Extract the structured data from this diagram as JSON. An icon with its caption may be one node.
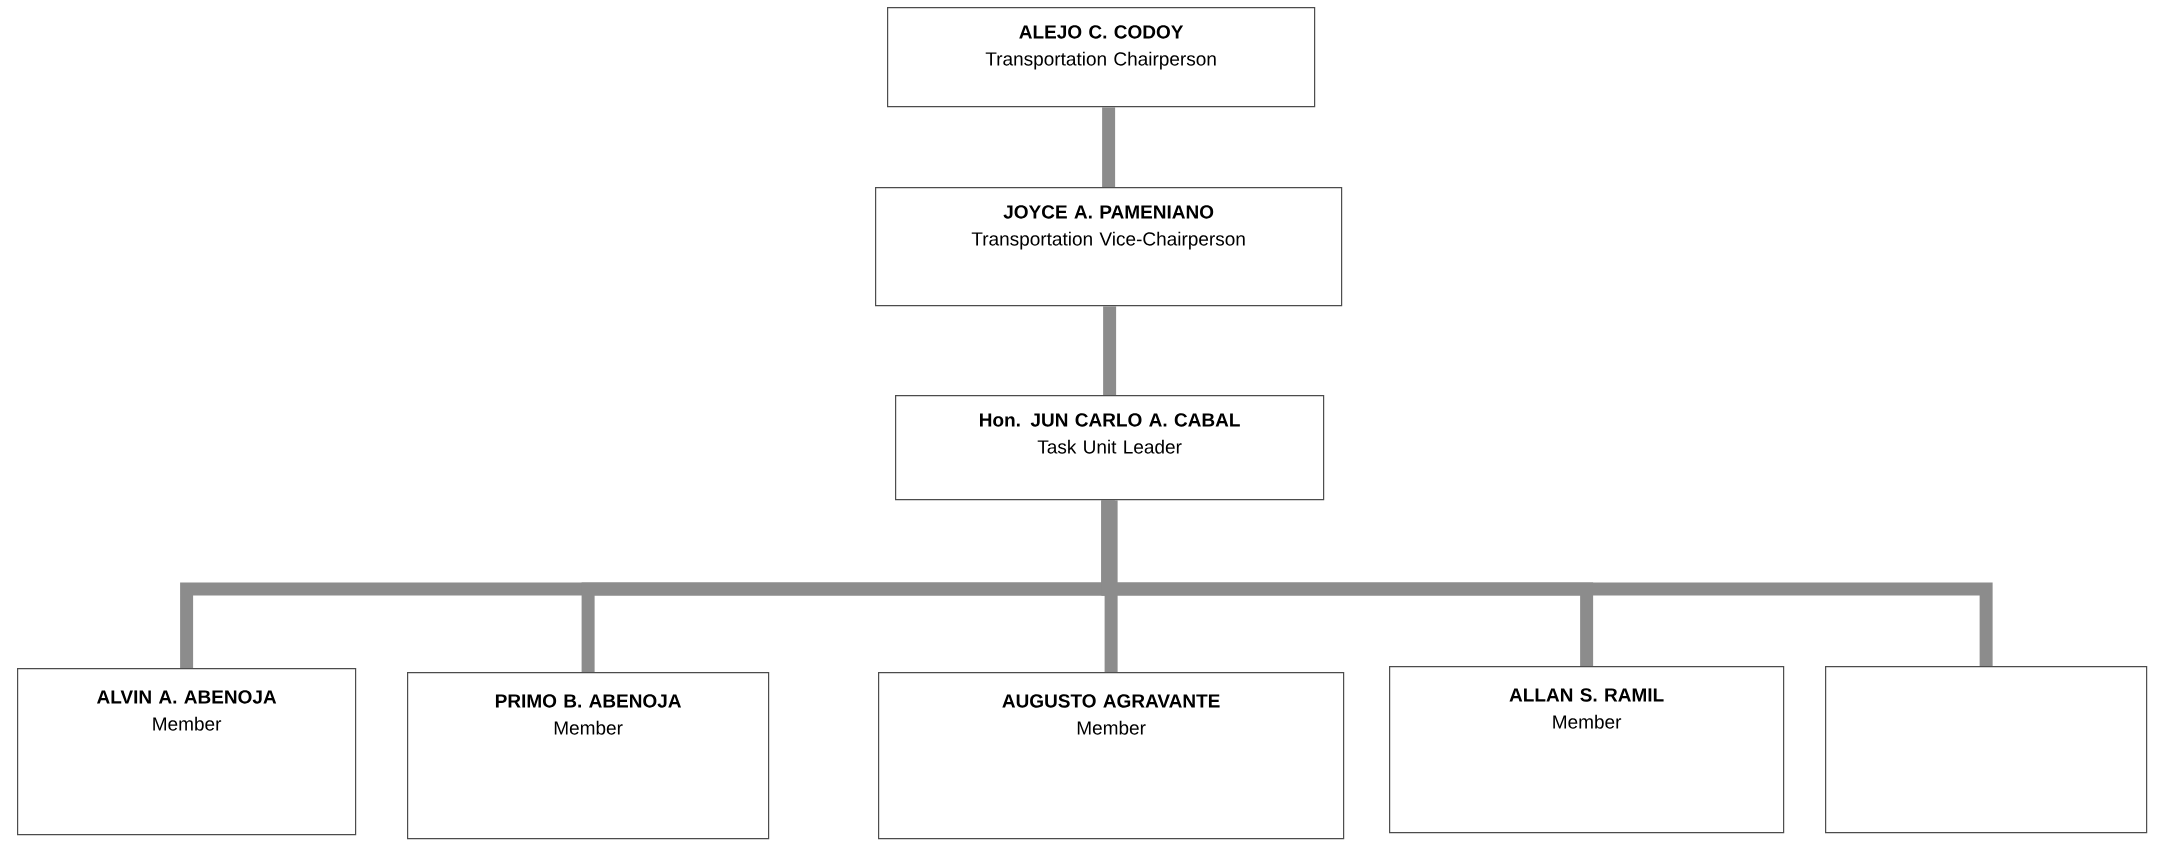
{
  "diagram": {
    "nodes": [
      {
        "text": [
          "ALEJO C. CODOY",
          "Transportation Chairperson"
        ]
      },
      {
        "text": [
          "JOYCE A. PAMENIANO",
          "Transportation Vice-Chairperson"
        ]
      },
      {
        "text": [
          "Hon. JUN CARLO A. CABAL",
          "Task Unit Leader"
        ]
      },
      {
        "text": [
          "ALVIN A. ABENOJA",
          "Member"
        ]
      },
      {
        "text": [
          "PRIMO B. ABENOJA",
          "Member"
        ]
      },
      {
        "text": [
          "AUGUSTO AGRAVANTE",
          "Member"
        ]
      },
      {
        "text": [
          "ALLAN S. RAMIL",
          "Member"
        ]
      },
      {
        "text": [],
        "shape": "box"
      }
    ],
    "edges": [
      {
        "from": 0,
        "to": 1,
        "arrow": "none"
      },
      {
        "from": 1,
        "to": 2,
        "arrow": "none"
      },
      {
        "from": 2,
        "to": 3,
        "arrow": "none"
      },
      {
        "from": 2,
        "to": 4,
        "arrow": "none"
      },
      {
        "from": 2,
        "to": 5,
        "arrow": "none"
      },
      {
        "from": 2,
        "to": 6,
        "arrow": "none"
      },
      {
        "from": 2,
        "to": 7,
        "arrow": "none"
      }
    ]
  }
}
